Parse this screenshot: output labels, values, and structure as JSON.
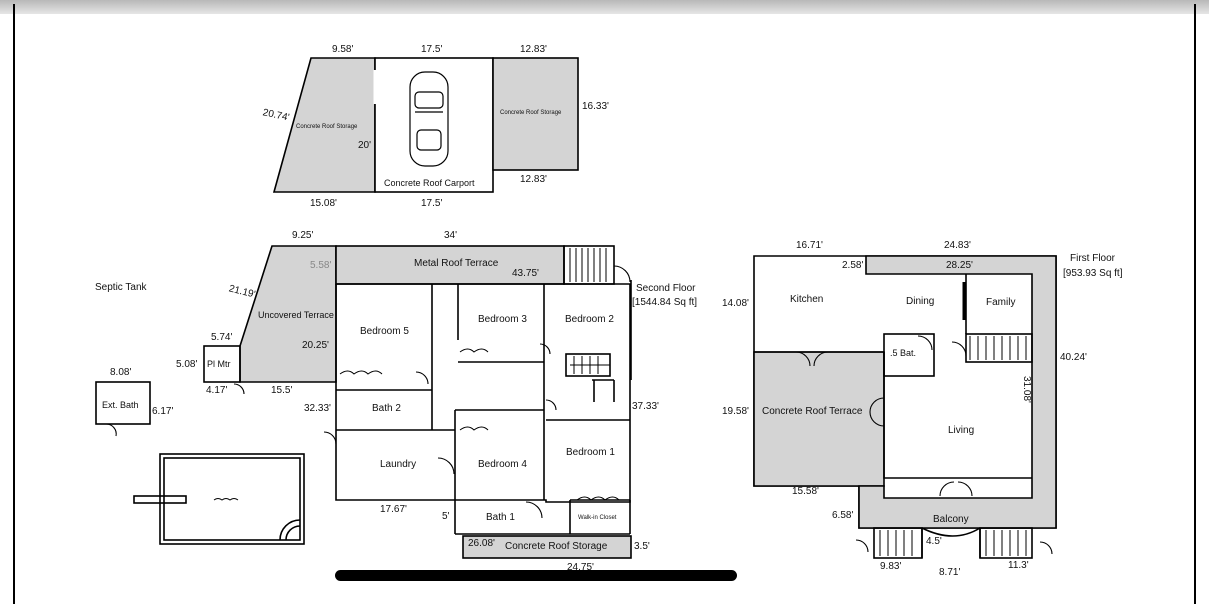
{
  "colors": {
    "fill": "#d4d4d4",
    "wall": "#000000",
    "bg": "#ffffff"
  },
  "carport_block": {
    "dims": {
      "top_left": "9.58'",
      "top_mid": "17.5'",
      "top_right": "12.83'",
      "slant": "20.74'",
      "inner": "20'",
      "right_side": "16.33'",
      "bottom_right": "12.83'",
      "bottom_left": "15.08'",
      "bottom_mid": "17.5'"
    },
    "rooms": {
      "storage_left": "Concrete Roof Storage",
      "storage_right": "Concrete Roof Storage",
      "carport": "Concrete Roof Carport"
    },
    "car_icon": "car-icon"
  },
  "second_floor": {
    "title": "Second Floor",
    "area": "[1544.84 Sq ft]",
    "rooms": {
      "metal_terrace": "Metal Roof Terrace",
      "uncovered_terrace": "Uncovered Terrace",
      "bedroom5": "Bedroom 5",
      "bedroom3": "Bedroom 3",
      "bedroom2": "Bedroom 2",
      "bath2": "Bath 2",
      "laundry": "Laundry",
      "bedroom4": "Bedroom 4",
      "bedroom1": "Bedroom 1",
      "bath1": "Bath 1",
      "walkin": "Walk-in Closet",
      "storage": "Concrete Roof Storage",
      "pl_mtr": "Pl Mtr"
    },
    "dims": {
      "d925": "9.25'",
      "d34": "34'",
      "d558": "5.58'",
      "d4375": "43.75'",
      "d2119": "21.19'",
      "d574": "5.74'",
      "d508": "5.08'",
      "d2025": "20.25'",
      "d417": "4.17'",
      "d155": "15.5'",
      "d3233": "32.33'",
      "d3733": "37.33'",
      "d1767": "17.67'",
      "d5": "5'",
      "d2608": "26.08'",
      "d35": "3.5'",
      "d2475": "24.75'"
    }
  },
  "septic": {
    "label": "Septic Tank"
  },
  "ext_bath": {
    "label": "Ext. Bath",
    "top": "8.08'",
    "side": "6.17'"
  },
  "pool": {
    "water_icon": "water-icon"
  },
  "first_floor": {
    "title": "First Floor",
    "area": "[953.93 Sq ft]",
    "rooms": {
      "kitchen": "Kitchen",
      "dining": "Dining",
      "family": "Family",
      "half_bath": ".5 Bat.",
      "terrace": "Concrete Roof Terrace",
      "living": "Living",
      "balcony": "Balcony"
    },
    "dims": {
      "d1671": "16.71'",
      "d2483": "24.83'",
      "d258": "2.58'",
      "d2825": "28.25'",
      "d1408": "14.08'",
      "d4024": "40.24'",
      "d3108": "31.08'",
      "d1958": "19.58'",
      "d1558": "15.58'",
      "d658": "6.58'",
      "d45": "4.5'",
      "d983": "9.83'",
      "d871": "8.71'",
      "d113": "11.3'"
    }
  }
}
